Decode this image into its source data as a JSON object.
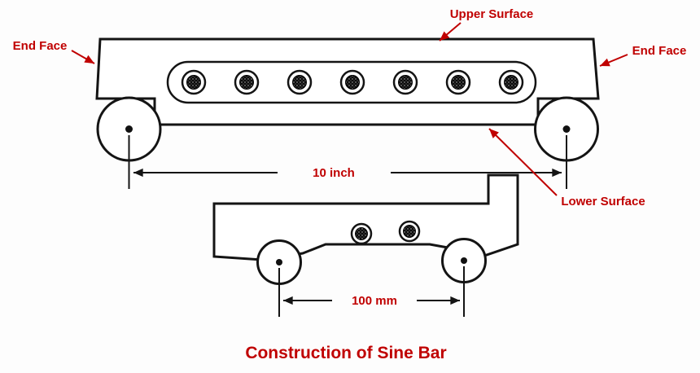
{
  "title": "Construction of Sine Bar",
  "colors": {
    "annotation": "#c00000",
    "line": "#141414",
    "background": "#fdfdfd"
  },
  "labels": {
    "upper_surface": "Upper Surface",
    "end_face_left": "End Face",
    "end_face_right": "End Face",
    "lower_surface": "Lower Surface"
  },
  "dimensions": {
    "top_bar_length": "10 inch",
    "bottom_bar_roller_distance": "100 mm"
  },
  "figures": {
    "top_sine_bar": {
      "relief_holes": 7,
      "rollers": 2
    },
    "bottom_sine_bar": {
      "relief_holes": 2,
      "rollers": 2
    }
  }
}
